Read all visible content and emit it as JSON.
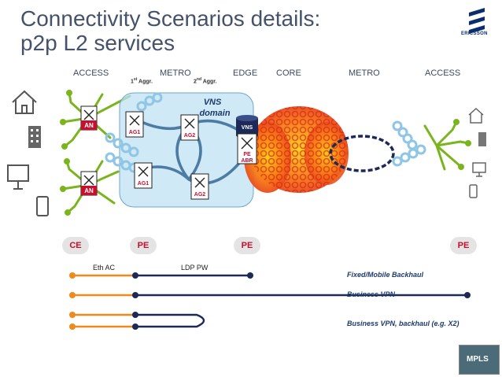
{
  "title": {
    "line1": "Connectivity Scenarios details:",
    "line2": "p2p L2 services"
  },
  "logo": {
    "text": "ERICSSON"
  },
  "segments": [
    {
      "key": "access_left",
      "label": "ACCESS"
    },
    {
      "key": "metro_left",
      "label": "METRO"
    },
    {
      "key": "edge",
      "label": "EDGE"
    },
    {
      "key": "core",
      "label": "CORE"
    },
    {
      "key": "metro_right",
      "label": "METRO"
    },
    {
      "key": "access_right",
      "label": "ACCESS"
    }
  ],
  "aggregation": {
    "first_num": "1",
    "first_sup": "st",
    "first_rest": " Aggr.",
    "second_num": "2",
    "second_sup": "nd",
    "second_rest": " Aggr."
  },
  "vns": {
    "domain_line1": "VNS",
    "domain_line2": "domain",
    "cylinder": "VNS"
  },
  "nodes": {
    "an": "AN",
    "ag1": "AG1",
    "ag2": "AG2",
    "pe_line1": "PE",
    "pe_line2": "ABR"
  },
  "roles": {
    "ce": "CE",
    "pe": "PE"
  },
  "links": {
    "eth_ac": "Eth AC",
    "ldp_pw": "LDP PW"
  },
  "services": [
    "Fixed/Mobile Backhaul",
    "Business VPN",
    "Business VPN, backhaul (e.g. X2)"
  ],
  "thumbnail": {
    "text": "MPLS"
  },
  "colors": {
    "title": "#44526a",
    "orange": "#f08a1d",
    "navy": "#1d2a57",
    "red": "#c8102e",
    "green": "#7ab51d",
    "lightblue": "#8fc6e6",
    "cloud_red": "#e8331c"
  }
}
